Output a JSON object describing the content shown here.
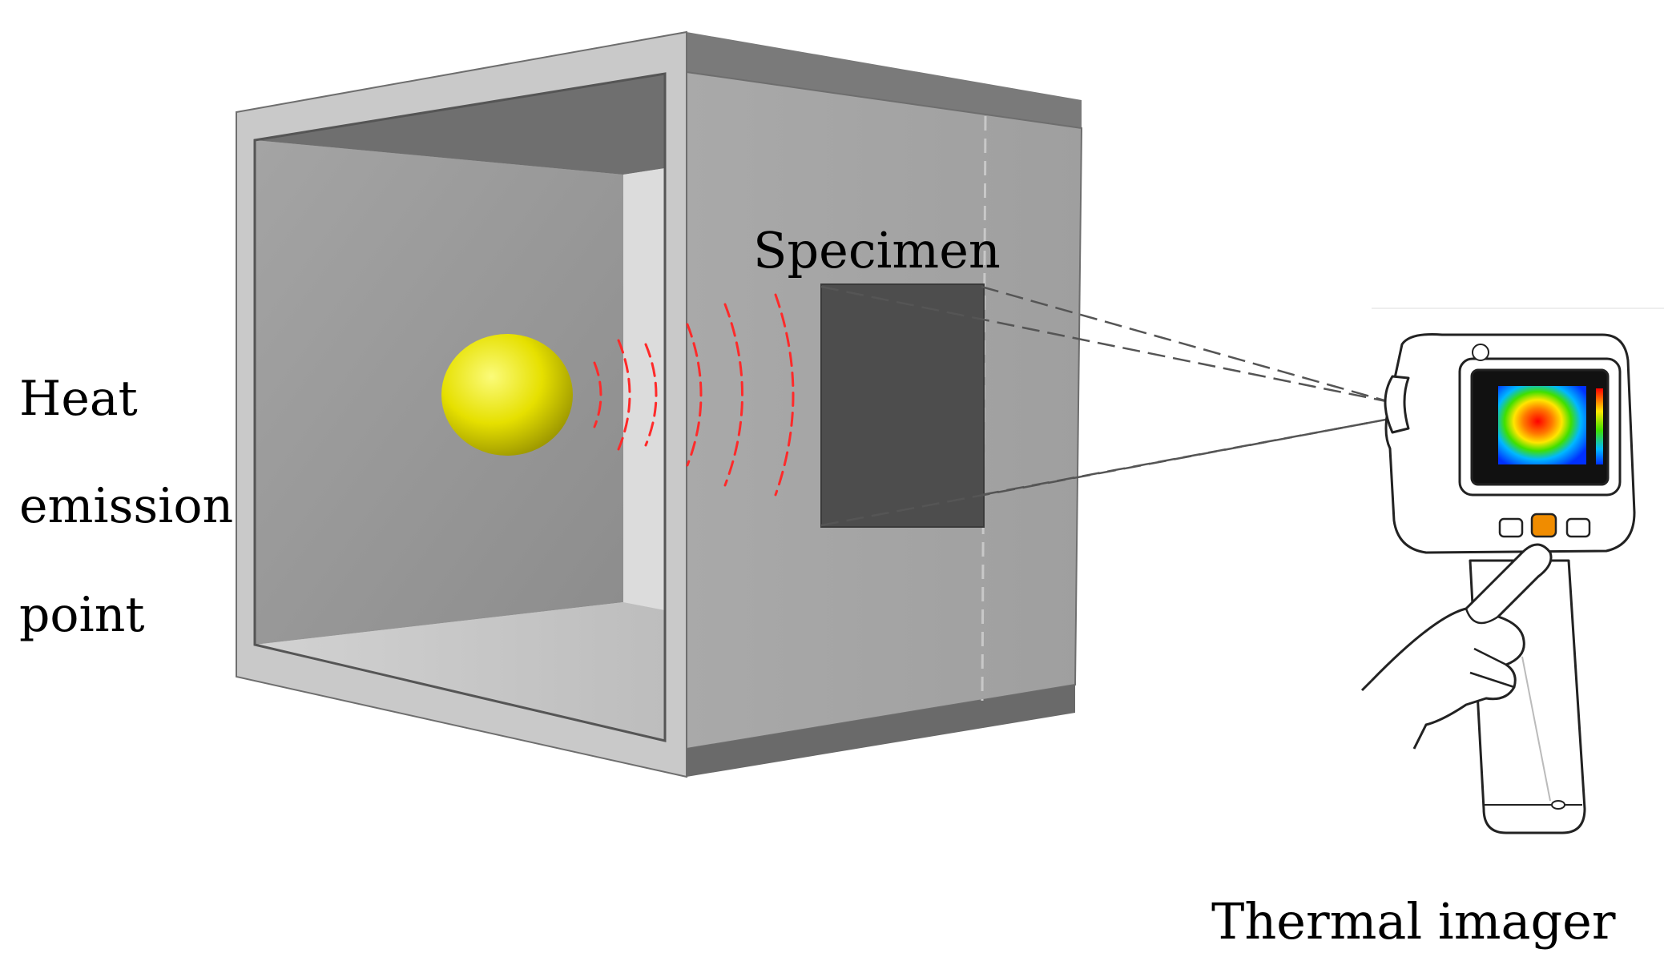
{
  "labels": {
    "heat_line1": "Heat",
    "heat_line2": "emission",
    "heat_line3": "point",
    "specimen": "Specimen",
    "thermal_imager": "Thermal imager"
  },
  "colors": {
    "heat_source": "#e6e000",
    "heat_waves": "#ff2a2a",
    "specimen": "#4d4d4d",
    "box_front": "#a3a3a3",
    "box_interior": "#8a8a8a",
    "thermal_hot": "#ff0000",
    "thermal_cold": "#0030ff"
  },
  "icons": {
    "heat_source": "sphere",
    "thermal_imager": "thermal-camera-with-hand"
  }
}
